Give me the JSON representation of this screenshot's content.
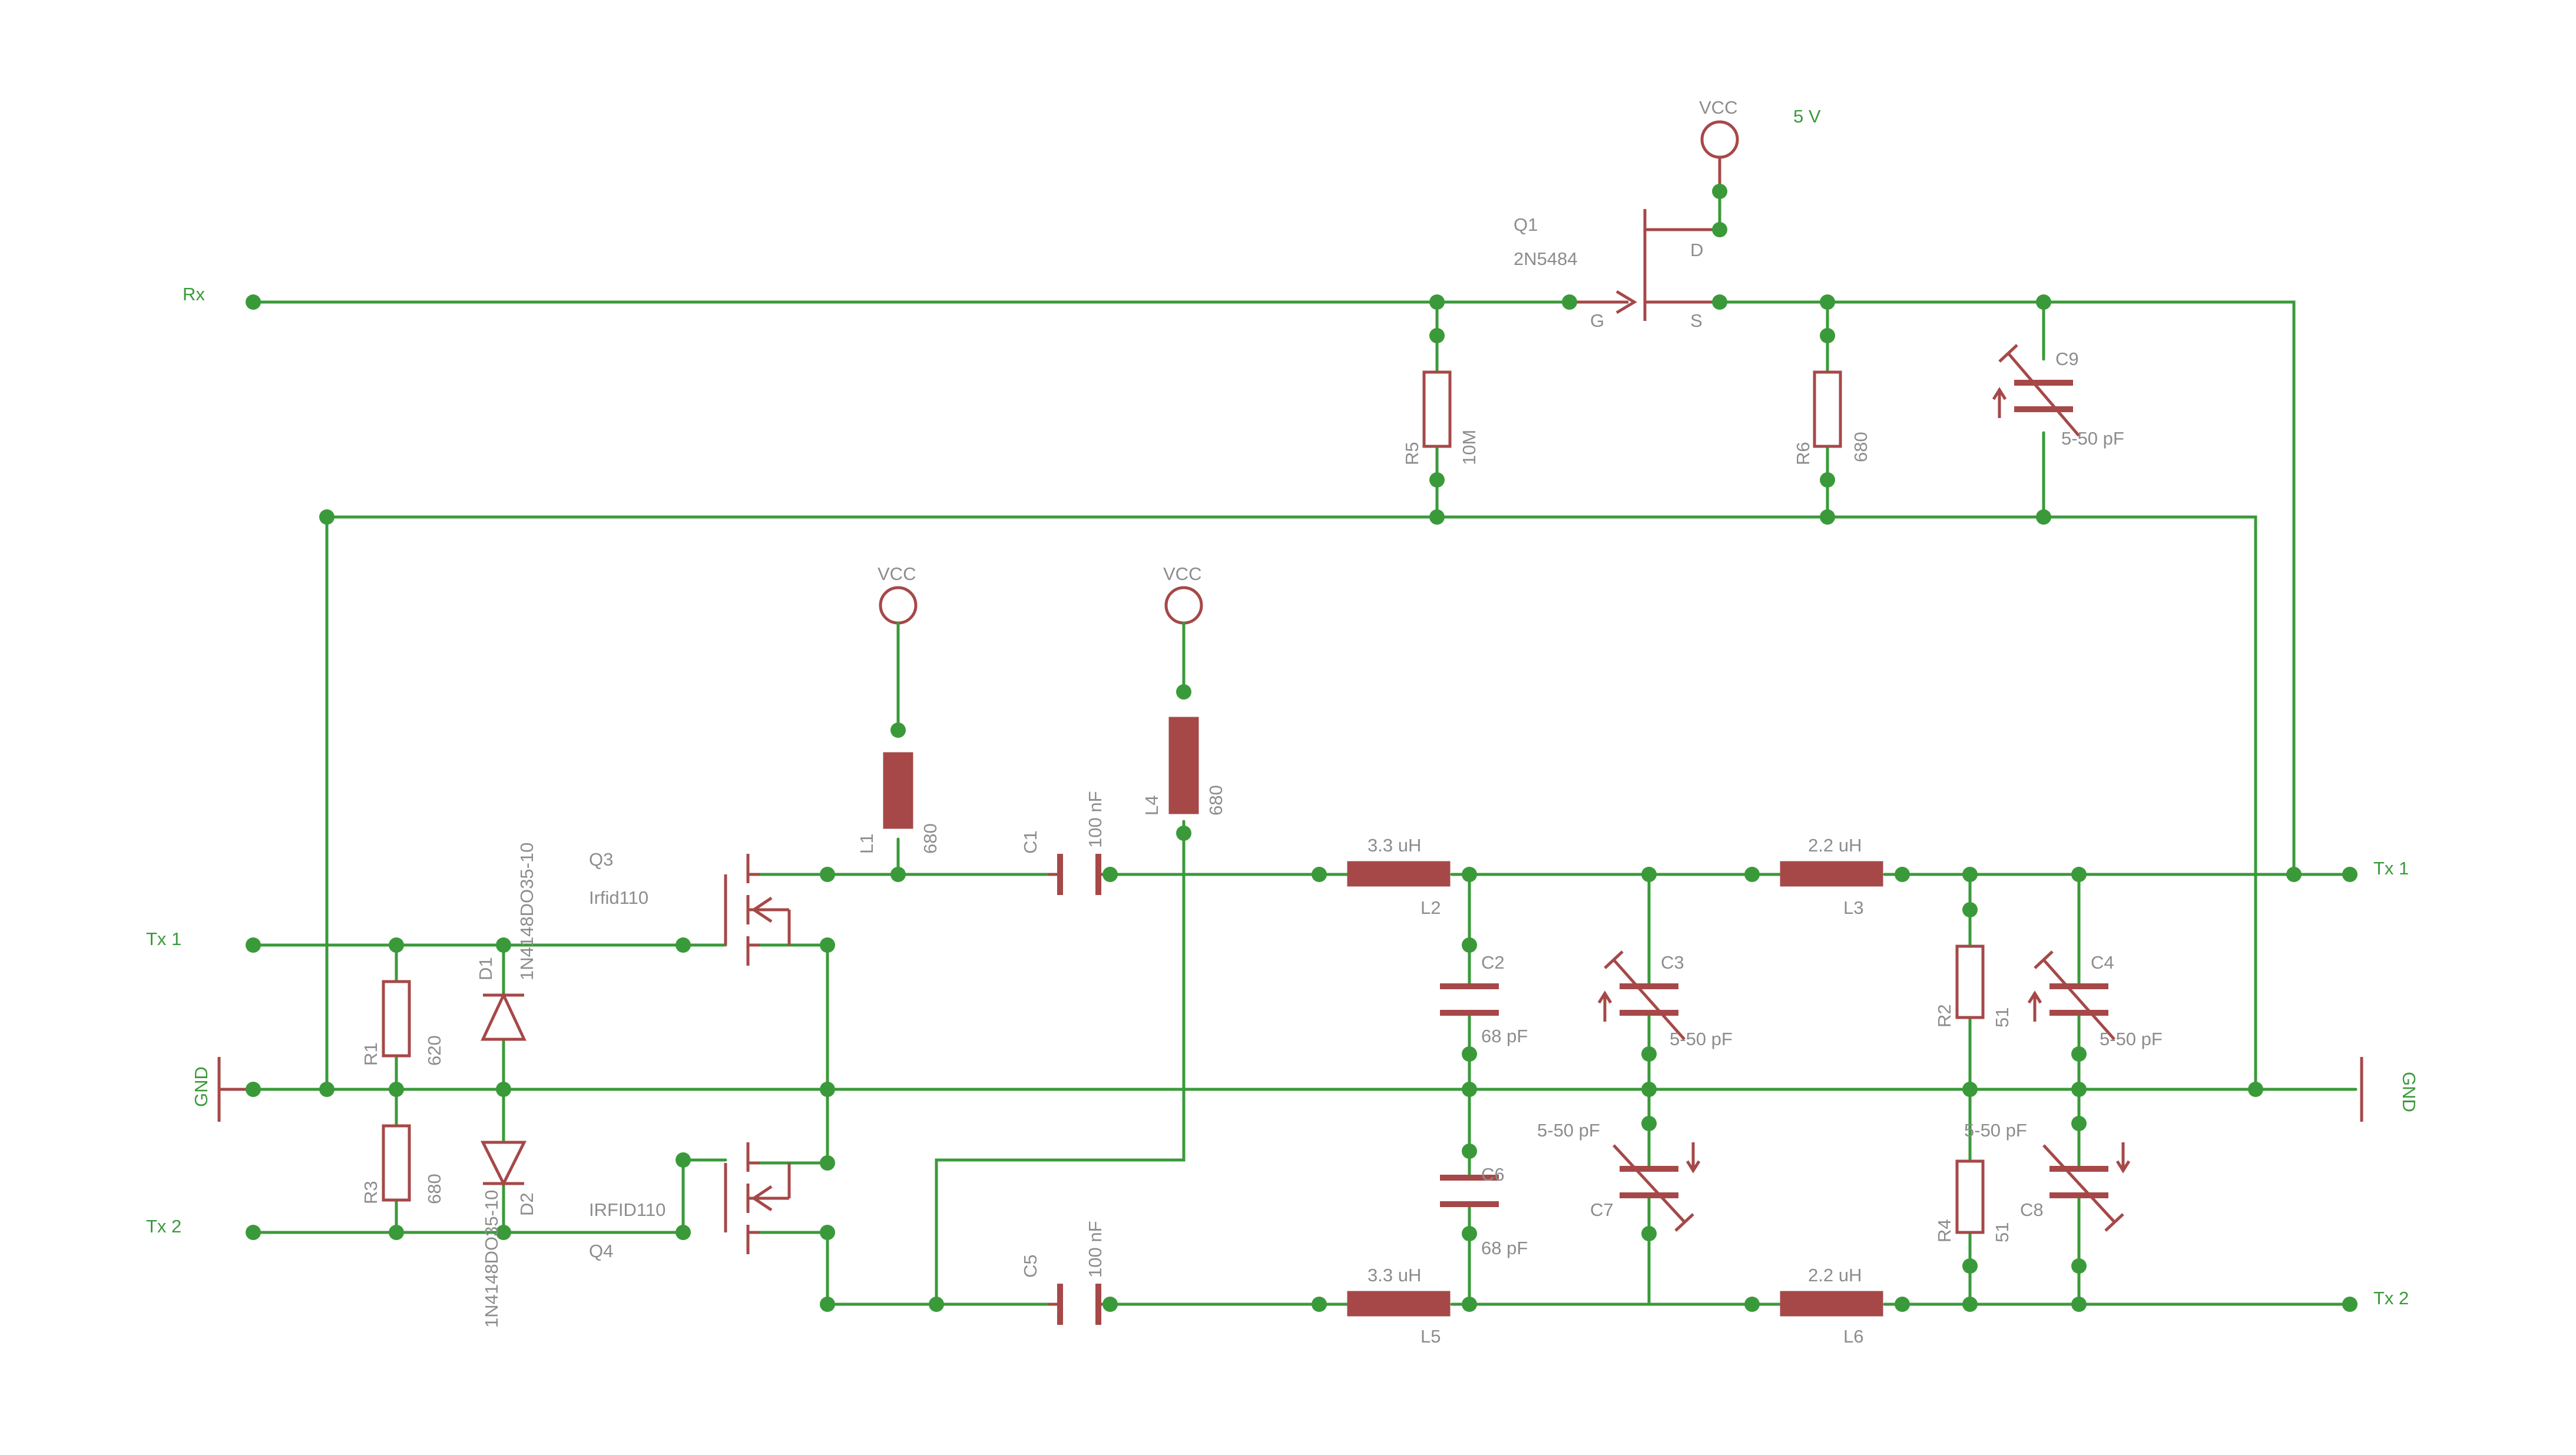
{
  "nets": {
    "rx": "Rx",
    "tx1_in": "Tx 1",
    "tx2_in": "Tx 2",
    "gnd_left": "GND",
    "tx1_out": "Tx 1",
    "tx2_out": "Tx 2",
    "gnd_right": "GND",
    "supply_note": "5 V"
  },
  "supplies": {
    "vcc_q1": "VCC",
    "vcc_l1": "VCC",
    "vcc_l4": "VCC"
  },
  "q1": {
    "name": "Q1",
    "value": "2N5484",
    "pin_g": "G",
    "pin_d": "D",
    "pin_s": "S"
  },
  "q3": {
    "name": "Q3",
    "value": "Irfid110"
  },
  "q4": {
    "name": "Q4",
    "value": "IRFID110"
  },
  "resistors": {
    "r1": {
      "name": "R1",
      "value": "620"
    },
    "r2": {
      "name": "R2",
      "value": "51"
    },
    "r3": {
      "name": "R3",
      "value": "680"
    },
    "r4": {
      "name": "R4",
      "value": "51"
    },
    "r5": {
      "name": "R5",
      "value": "10M"
    },
    "r6": {
      "name": "R6",
      "value": "680"
    }
  },
  "diodes": {
    "d1": {
      "name": "D1",
      "value": "1N4148DO35-10"
    },
    "d2": {
      "name": "D2",
      "value": "1N4148DO35-10"
    }
  },
  "inductors": {
    "l1": {
      "name": "L1",
      "value": "680"
    },
    "l4": {
      "name": "L4",
      "value": "680"
    },
    "l2": {
      "name": "L2",
      "value": "3.3 uH"
    },
    "l3": {
      "name": "L3",
      "value": "2.2 uH"
    },
    "l5": {
      "name": "L5",
      "value": "3.3 uH"
    },
    "l6": {
      "name": "L6",
      "value": "2.2 uH"
    }
  },
  "capacitors": {
    "c1": {
      "name": "C1",
      "value": "100 nF"
    },
    "c5": {
      "name": "C5",
      "value": "100 nF"
    },
    "c2": {
      "name": "C2",
      "value": "68 pF"
    },
    "c6": {
      "name": "C6",
      "value": "68 pF"
    },
    "c3": {
      "name": "C3",
      "value": "5-50 pF"
    },
    "c4": {
      "name": "C4",
      "value": "5-50 pF"
    },
    "c7": {
      "name": "C7",
      "value": "5-50 pF"
    },
    "c8": {
      "name": "C8",
      "value": "5-50 pF"
    },
    "c9": {
      "name": "C9",
      "value": "5-50 pF"
    }
  },
  "colors": {
    "wire": "#3a9a3a",
    "symbol": "#a64848",
    "label": "#8c8c8c",
    "background": "#ffffff"
  }
}
